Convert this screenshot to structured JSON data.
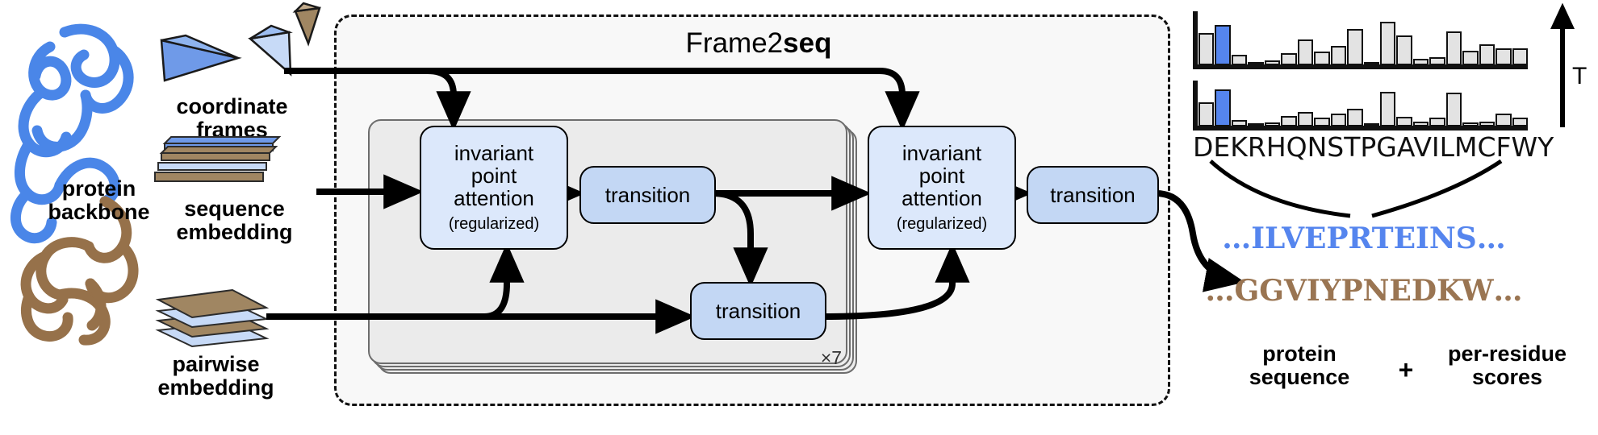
{
  "diagram": {
    "title_regular": "Frame2",
    "title_bold": "seq",
    "repeat_label": "×7"
  },
  "inputs": [
    {
      "name": "coordinate-frames",
      "label": "coordinate\nframes"
    },
    {
      "name": "sequence-embedding",
      "label": "sequence\nembedding"
    },
    {
      "name": "pairwise-embedding",
      "label": "pairwise\nembedding"
    }
  ],
  "structure": {
    "protein_label": "protein\nbackbone"
  },
  "nodes": {
    "ipa1": {
      "main": "invariant\npoint\nattention",
      "sub": "(regularized)"
    },
    "ipa2": {
      "main": "invariant\npoint\nattention",
      "sub": "(regularized)"
    },
    "transition1": "transition",
    "transition2": "transition",
    "transition3": "transition"
  },
  "output": {
    "aa_alphabet": "DEKRHQNSTPGAVILMCFWY",
    "sequence_blue": "…ILVEPRTEINS…",
    "sequence_brown": "…GGVIYPNEDKW…",
    "protein_sequence_label": "protein\nsequence",
    "plus": "+",
    "per_residue_label": "per-residue\nscores",
    "temperature_label": "T"
  },
  "colors": {
    "accent_blue": "#5585ee",
    "brown": "#9a7552",
    "ipa_fill": "#dce8fb",
    "transition_fill": "#c3d7f4",
    "bar_gray": "#e3e3e3"
  },
  "chart_data": [
    {
      "type": "bar",
      "name": "residue-probability-chart-top",
      "categories": [
        "D",
        "E",
        "K",
        "R",
        "H",
        "Q",
        "N",
        "S",
        "T",
        "P",
        "G",
        "A",
        "V",
        "I",
        "L",
        "M",
        "C",
        "F",
        "W",
        "Y"
      ],
      "values": [
        0.62,
        0.78,
        0.21,
        0.07,
        0.09,
        0.24,
        0.5,
        0.27,
        0.38,
        0.7,
        0.04,
        0.84,
        0.58,
        0.13,
        0.16,
        0.66,
        0.28,
        0.4,
        0.33,
        0.33
      ],
      "highlight_index": 1,
      "title": "",
      "xlabel": "",
      "ylabel": "",
      "ylim": [
        0,
        1
      ],
      "grid": false
    },
    {
      "type": "bar",
      "name": "residue-probability-chart-bottom",
      "categories": [
        "D",
        "E",
        "K",
        "R",
        "H",
        "Q",
        "N",
        "S",
        "T",
        "P",
        "G",
        "A",
        "V",
        "I",
        "L",
        "M",
        "C",
        "F",
        "W",
        "Y"
      ],
      "values": [
        0.56,
        0.86,
        0.14,
        0.06,
        0.1,
        0.24,
        0.34,
        0.2,
        0.3,
        0.4,
        0.04,
        0.8,
        0.22,
        0.12,
        0.2,
        0.78,
        0.09,
        0.11,
        0.3,
        0.2
      ],
      "highlight_index": 1,
      "title": "",
      "xlabel": "",
      "ylabel": "",
      "ylim": [
        0,
        1
      ],
      "grid": false
    }
  ]
}
